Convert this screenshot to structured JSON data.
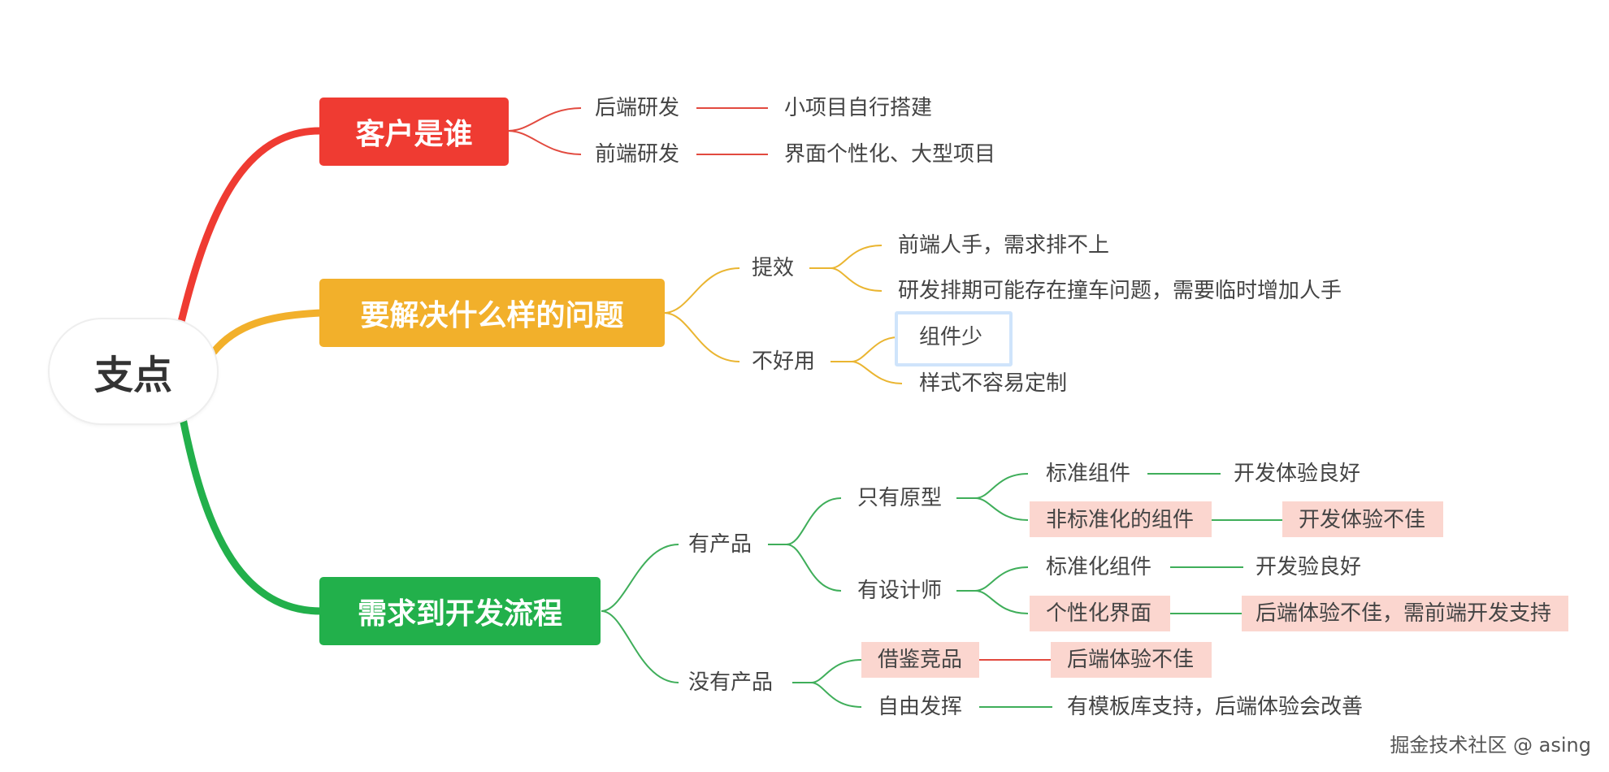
{
  "diagram": {
    "root": "支点",
    "colors": {
      "customer": "#ef3b32",
      "problem": "#f2b02b",
      "flow": "#22b04b",
      "highlight": "#fbd6cf",
      "text": "#444444"
    },
    "branches": {
      "customer": {
        "title": "客户是谁",
        "backend": {
          "label": "后端研发",
          "detail": "小项目自行搭建"
        },
        "frontend": {
          "label": "前端研发",
          "detail": "界面个性化、大型项目"
        }
      },
      "problem": {
        "title": "要解决什么样的问题",
        "efficiency": {
          "label": "提效",
          "items": [
            "前端人手，需求排不上",
            "研发排期可能存在撞车问题，需要临时增加人手"
          ]
        },
        "hard_to_use": {
          "label": "不好用",
          "items": [
            "组件少",
            "样式不容易定制"
          ]
        }
      },
      "flow": {
        "title": "需求到开发流程",
        "has_product": {
          "label": "有产品",
          "prototype_only": {
            "label": "只有原型",
            "standard": {
              "label": "标准组件",
              "detail": "开发体验良好"
            },
            "nonstandard": {
              "label": "非标准化的组件",
              "detail": "开发体验不佳"
            }
          },
          "has_designer": {
            "label": "有设计师",
            "standard": {
              "label": "标准化组件",
              "detail": "开发验良好"
            },
            "custom": {
              "label": "个性化界面",
              "detail": "后端体验不佳，需前端开发支持"
            }
          }
        },
        "no_product": {
          "label": "没有产品",
          "borrow": {
            "label": "借鉴竞品",
            "detail": "后端体验不佳"
          },
          "free": {
            "label": "自由发挥",
            "detail": "有模板库支持，后端体验会改善"
          }
        }
      }
    },
    "watermark": "掘金技术社区 @ asing"
  }
}
